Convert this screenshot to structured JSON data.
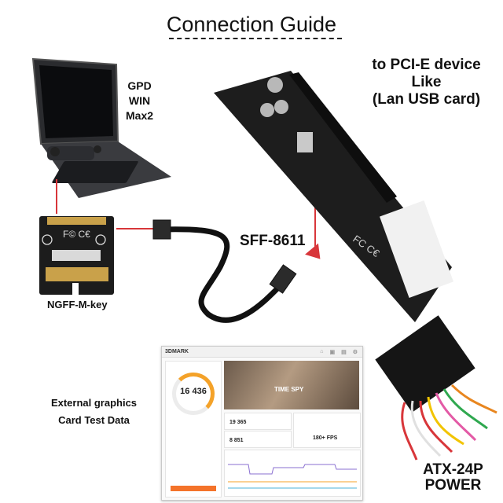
{
  "title": "Connection Guide",
  "labels": {
    "laptop": [
      "GPD",
      "WIN",
      "Max2"
    ],
    "pcie": [
      "to PCI-E device",
      "Like",
      "(Lan USB card)"
    ],
    "cable": "SFF-8611",
    "adapter": "NGFF-M-key",
    "test": [
      "External graphics",
      "Card Test Data"
    ],
    "power": [
      "ATX-24P",
      "POWER"
    ]
  },
  "screenshot": {
    "app_name": "3DMARK",
    "score": "16 436",
    "banner_title": "TIME SPY",
    "graphics_score": "19 365",
    "cpu_score": "8 851",
    "fps": "180+ FPS"
  },
  "colors": {
    "accent": "#d8363a",
    "pcb": "#1d1d1d",
    "connector": "#f4f4f4"
  }
}
